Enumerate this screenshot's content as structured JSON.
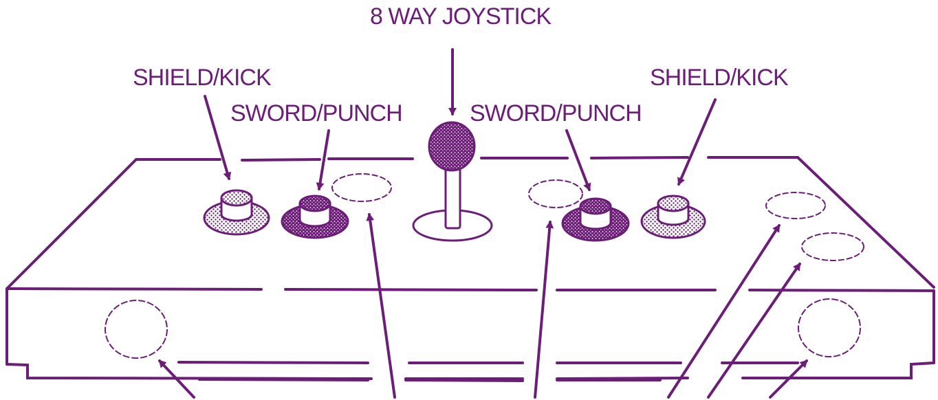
{
  "labels": {
    "joystick": "8 WAY JOYSTICK",
    "shield_kick_left": "SHIELD/KICK",
    "sword_punch_left": "SWORD/PUNCH",
    "sword_punch_right": "SWORD/PUNCH",
    "shield_kick_right": "SHIELD/KICK"
  },
  "colors": {
    "ink": "#6b1d78",
    "paper": "#ffffff"
  },
  "icons": {
    "shield_button": "stippled-light-button-icon",
    "sword_button": "stippled-dark-button-icon",
    "joystick": "joystick-ball-icon",
    "button_hole": "dashed-hole-icon"
  }
}
